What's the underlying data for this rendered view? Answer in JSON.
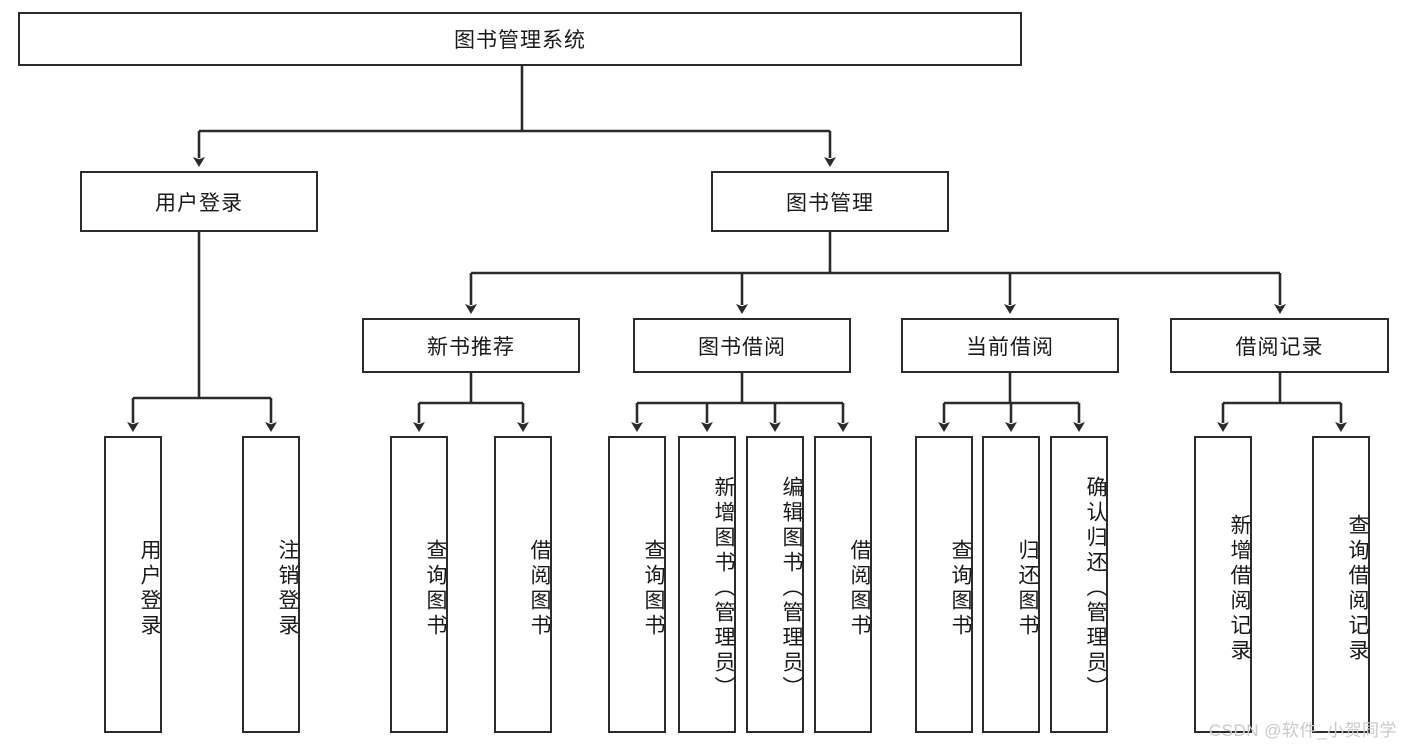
{
  "diagram": {
    "title": "图书管理系统",
    "type": "tree-hierarchy-diagram",
    "root": {
      "id": "root",
      "label": "图书管理系统"
    },
    "level2": [
      {
        "id": "user-login",
        "label": "用户登录"
      },
      {
        "id": "book-management",
        "label": "图书管理"
      }
    ],
    "level3": [
      {
        "id": "new-book-recommend",
        "label": "新书推荐"
      },
      {
        "id": "book-borrow",
        "label": "图书借阅"
      },
      {
        "id": "current-borrow",
        "label": "当前借阅"
      },
      {
        "id": "borrow-record",
        "label": "借阅记录"
      }
    ],
    "leaves": {
      "user_login": [
        {
          "id": "leaf-user-login",
          "label": "用户登录"
        },
        {
          "id": "leaf-logout-login",
          "label": "注销登录"
        }
      ],
      "new_book_recommend": [
        {
          "id": "leaf-query-book-1",
          "label": "查询图书"
        },
        {
          "id": "leaf-borrow-book-1",
          "label": "借阅图书"
        }
      ],
      "book_borrow": [
        {
          "id": "leaf-query-book-2",
          "label": "查询图书"
        },
        {
          "id": "leaf-add-book",
          "label": "新增图书（管理员）"
        },
        {
          "id": "leaf-edit-book",
          "label": "编辑图书（管理员）"
        },
        {
          "id": "leaf-borrow-book-2",
          "label": "借阅图书"
        }
      ],
      "current_borrow": [
        {
          "id": "leaf-query-book-3",
          "label": "查询图书"
        },
        {
          "id": "leaf-return-book",
          "label": "归还图书"
        },
        {
          "id": "leaf-confirm-return",
          "label": "确认归还（管理员）"
        }
      ],
      "borrow_record": [
        {
          "id": "leaf-add-record",
          "label": "新增借阅记录"
        },
        {
          "id": "leaf-query-record",
          "label": "查询借阅记录"
        }
      ]
    }
  },
  "watermark": {
    "text": "CSDN @软件_小贺同学"
  },
  "colors": {
    "stroke": "#2b2b2b",
    "fill": "#ffffff",
    "text": "#1a1a1a",
    "watermark": "#c9c9c9"
  }
}
